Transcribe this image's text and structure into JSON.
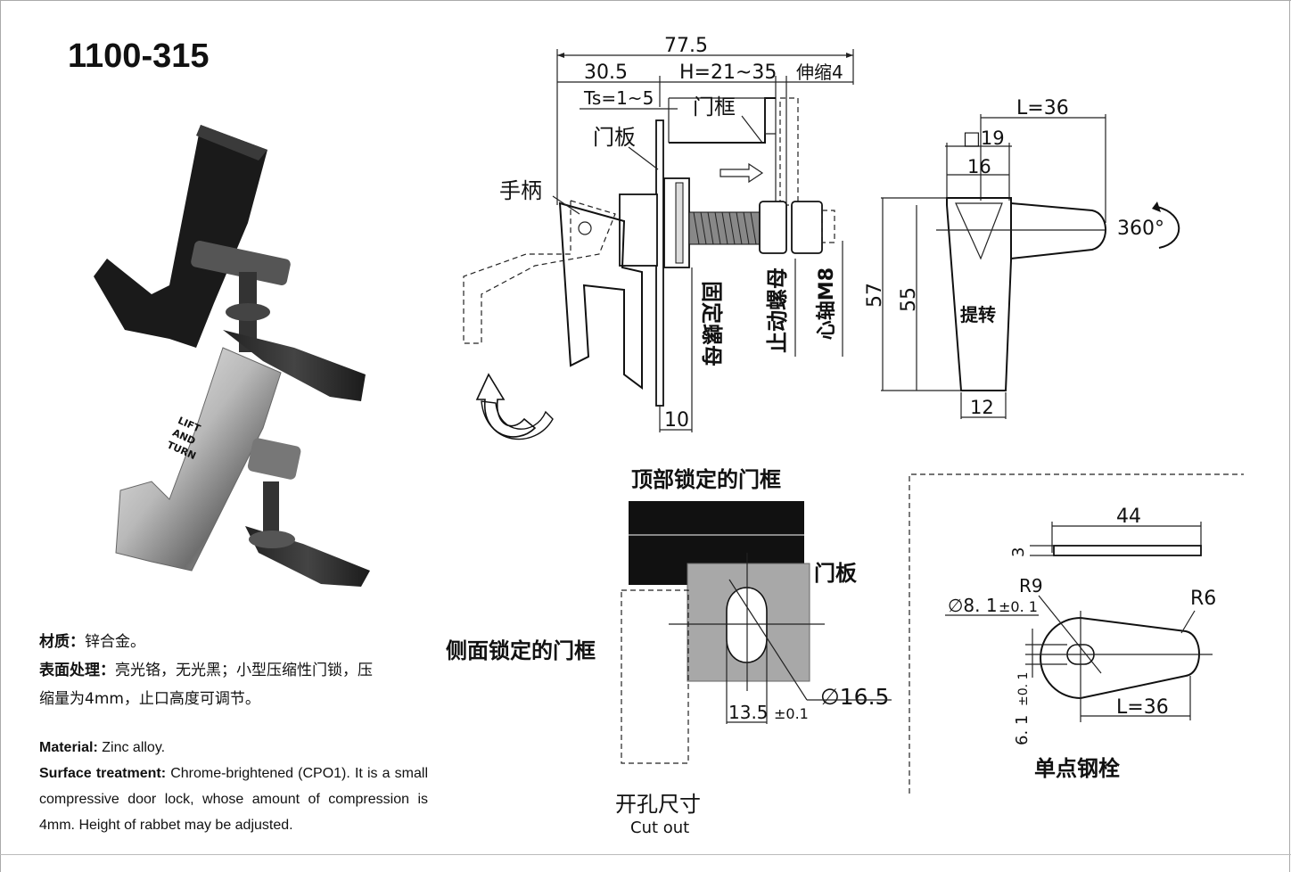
{
  "product": {
    "model": "1100-315"
  },
  "description_cn": {
    "material_label": "材质",
    "material_value": "锌合金。",
    "surface_label": "表面处理",
    "surface_value_line1": "亮光铬，无光黑；小型压缩性门锁，压",
    "surface_value_line2": "缩量为4mm，止口高度可调节。"
  },
  "description_en": {
    "material_label": "Material:",
    "material_value": "Zinc alloy.",
    "surface_label": "Surface treatment:",
    "surface_value": "Chrome-brightened (CPO1). It is a small compressive door lock, whose amount of compression is 4mm. Height of rabbet may be adjusted."
  },
  "photo": {
    "engraving": [
      "LIFT",
      "AND",
      "TURN"
    ]
  },
  "side_view": {
    "dim_total": "77.5",
    "dim_a": "30.5",
    "dim_h": "H=21~35",
    "dim_stretch": "伸缩4",
    "dim_ts": "Ts=1~5",
    "dim_base": "10",
    "label_frame": "门框",
    "label_panel": "门板",
    "label_handle": "手柄",
    "label_fixnut": "固定螺母",
    "label_stopnut": "止动螺母",
    "label_shaft": "心轴M8"
  },
  "front_view": {
    "dim_l": "L=36",
    "dim_sq": "□19",
    "dim_16": "16",
    "dim_57": "57",
    "dim_55": "55",
    "dim_12": "12",
    "label_lift": "提转",
    "label_rotation": "360°"
  },
  "cutout": {
    "title_top": "顶部锁定的门框",
    "label_side": "侧面锁定的门框",
    "label_panel": "门板",
    "dim_width": "13.5",
    "dim_width_tol": "±0.1",
    "dim_dia": "∅16.5",
    "caption_cn": "开孔尺寸",
    "caption_en": "Cut out"
  },
  "cam": {
    "dim_44": "44",
    "dim_3": "3",
    "dim_r9": "R9",
    "dim_r6": "R6",
    "dim_dia": "∅8. 1",
    "dim_dia_tol": "±0. 1",
    "dim_6": "6. 1",
    "dim_6_tol": "±0. 1",
    "dim_l": "L=36",
    "caption": "单点钢栓"
  },
  "colors": {
    "black_finish": "#1a1a1a",
    "chrome_finish": "#b9b9b9",
    "frame_black": "#111111",
    "panel_gray": "#a8a8a8"
  }
}
